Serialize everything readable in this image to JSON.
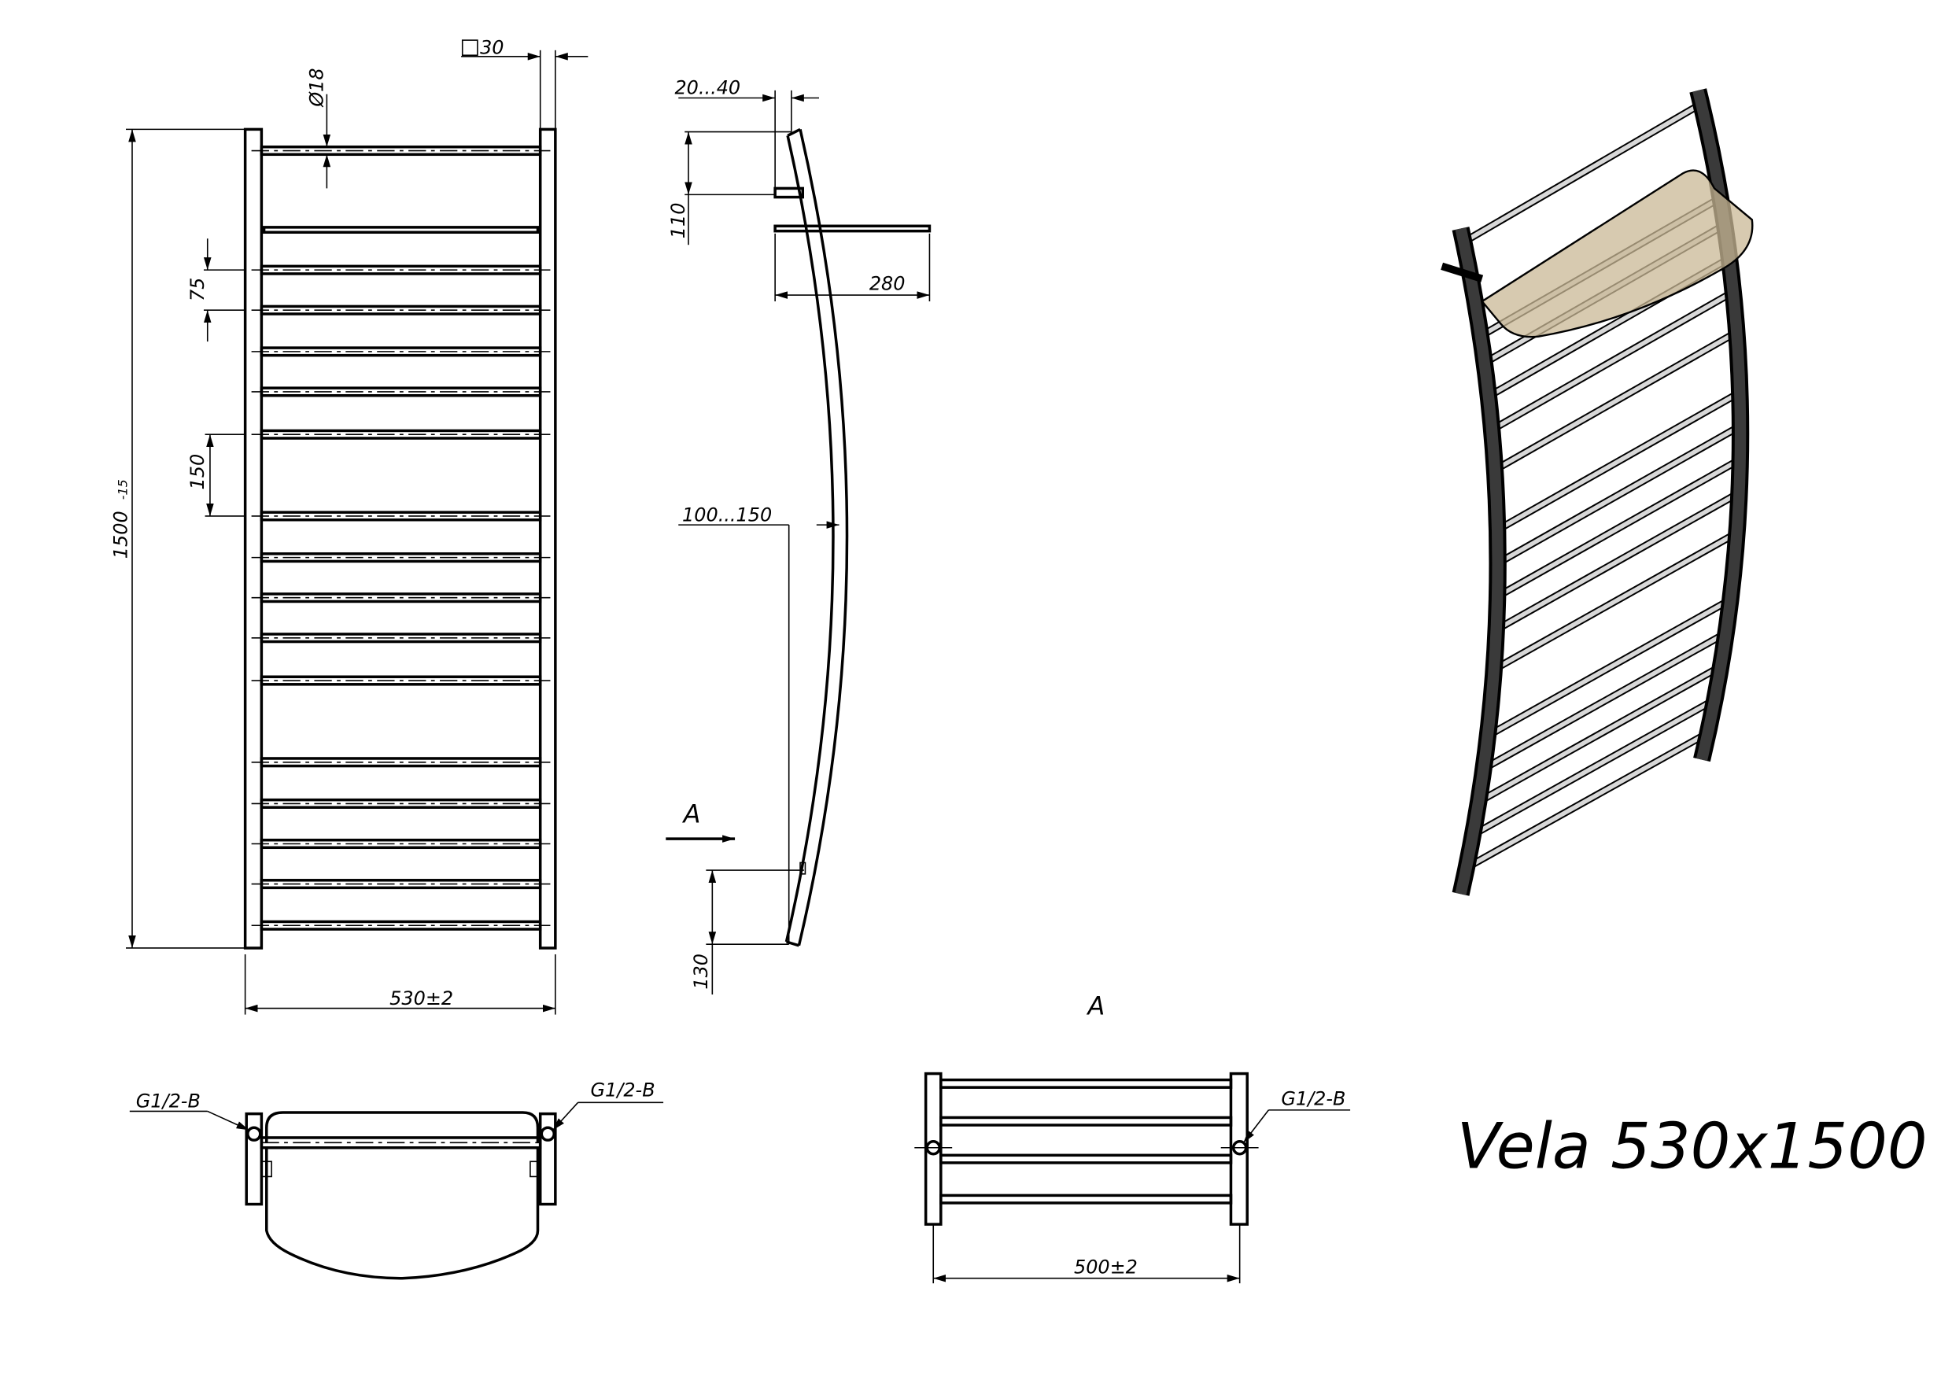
{
  "title": "Vela 530x1500",
  "front_view": {
    "height_dim": "1500",
    "height_tol": "-15",
    "width_dim": "530±2",
    "profile_dim": "30",
    "tube_dim": "Ø18",
    "pitch_small": "75",
    "pitch_large": "150"
  },
  "side_view": {
    "wall_gap": "20...40",
    "shelf_offset": "110",
    "shelf_depth": "280",
    "bulge": "100...150",
    "bottom_offset": "130",
    "view_arrow": "A"
  },
  "top_view": {
    "left_connection": "G1/2-B",
    "right_connection": "G1/2-B"
  },
  "view_a": {
    "label": "A",
    "connection": "G1/2-B",
    "centers_dim": "500±2"
  },
  "colors": {
    "line": "#000000",
    "glass": "#c9b896",
    "rail": "#3a3a3a",
    "bar": "#d8d8d8"
  }
}
